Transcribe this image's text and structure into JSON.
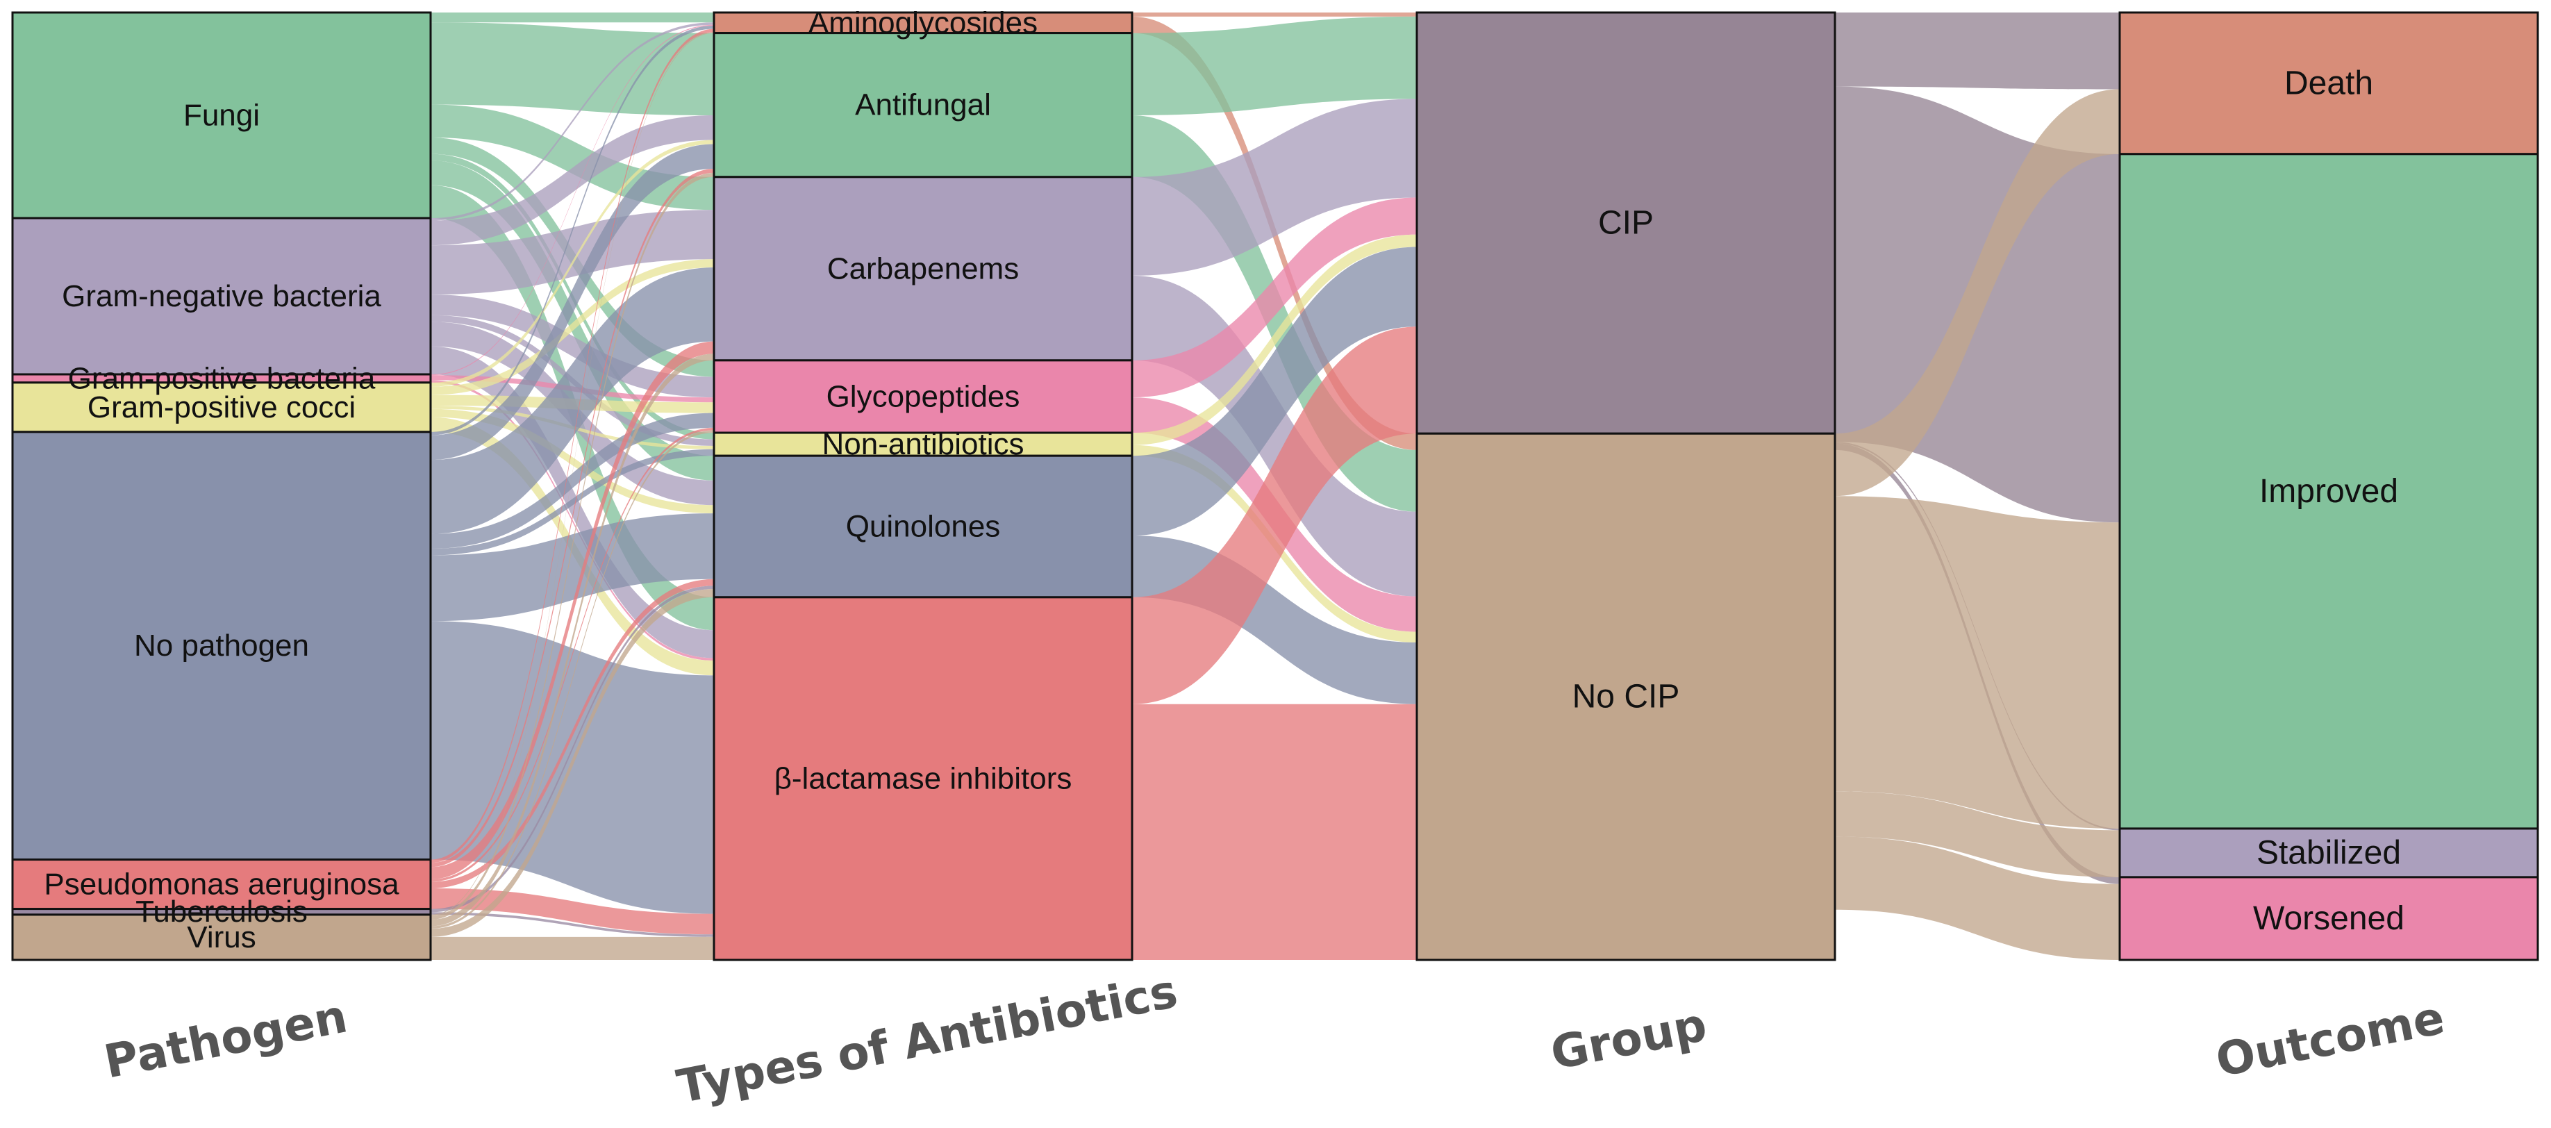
{
  "chart_data": {
    "type": "alluvial",
    "axes": [
      "Pathogen",
      "Types of Antibiotics",
      "Group",
      "Outcome"
    ],
    "palette": {
      "Fungi": "#83c29c",
      "Gram-negative bacteria": "#ab9fbd",
      "Gram-positive bacteria": "#ea86ab",
      "Gram-positive cocci": "#e8e49a",
      "No pathogen": "#8891ab",
      "Pseudomonas aeruginosa": "#e57b7d",
      "Tuberculosis": "#9a8aa3",
      "Virus": "#c1a68d",
      "Aminoglycosides": "#d78d79",
      "Antifungal": "#83c29c",
      "Carbapenems": "#ab9fbd",
      "Glycopeptides": "#ea86ab",
      "Non-antibiotics": "#e8e49a",
      "Quinolones": "#8891ab",
      "β-lactamase inhibitors": "#e57b7d",
      "CIP": "#968595",
      "No CIP": "#c1a68d",
      "Death": "#d78d79",
      "Improved": "#83c29c",
      "Stabilized": "#ab9fbd",
      "Worsened": "#ea86ab"
    },
    "nodes": [
      [
        "Fungi",
        "Gram-negative bacteria",
        "Gram-positive bacteria",
        "Gram-positive cocci",
        "No pathogen",
        "Pseudomonas aeruginosa",
        "Tuberculosis",
        "Virus"
      ],
      [
        "Aminoglycosides",
        "Antifungal",
        "Carbapenems",
        "Glycopeptides",
        "Non-antibiotics",
        "Quinolones",
        "β-lactamase inhibitors"
      ],
      [
        "CIP",
        "No CIP"
      ],
      [
        "Death",
        "Improved",
        "Stabilized",
        "Worsened"
      ]
    ],
    "pathogen_to_antibiotic": [
      [
        "Fungi",
        "Aminoglycosides",
        1.2
      ],
      [
        "Fungi",
        "Antifungal",
        10
      ],
      [
        "Fungi",
        "Carbapenems",
        4
      ],
      [
        "Fungi",
        "Glycopeptides",
        2
      ],
      [
        "Fungi",
        "Non-antibiotics",
        0.8
      ],
      [
        "Fungi",
        "Quinolones",
        3
      ],
      [
        "Fungi",
        "β-lactamase inhibitors",
        4
      ],
      [
        "Gram-negative bacteria",
        "Aminoglycosides",
        0.3
      ],
      [
        "Gram-negative bacteria",
        "Antifungal",
        3
      ],
      [
        "Gram-negative bacteria",
        "Carbapenems",
        6
      ],
      [
        "Gram-negative bacteria",
        "Glycopeptides",
        2.5
      ],
      [
        "Gram-negative bacteria",
        "Non-antibiotics",
        0.8
      ],
      [
        "Gram-negative bacteria",
        "Quinolones",
        3
      ],
      [
        "Gram-negative bacteria",
        "β-lactamase inhibitors",
        3.4
      ],
      [
        "Gram-positive bacteria",
        "Aminoglycosides",
        0.1
      ],
      [
        "Gram-positive bacteria",
        "Glycopeptides",
        0.6
      ],
      [
        "Gram-positive bacteria",
        "β-lactamase inhibitors",
        0.3
      ],
      [
        "Gram-positive cocci",
        "Antifungal",
        0.5
      ],
      [
        "Gram-positive cocci",
        "Carbapenems",
        1
      ],
      [
        "Gram-positive cocci",
        "Glycopeptides",
        1.3
      ],
      [
        "Gram-positive cocci",
        "Non-antibiotics",
        0.4
      ],
      [
        "Gram-positive cocci",
        "Quinolones",
        1
      ],
      [
        "Gram-positive cocci",
        "β-lactamase inhibitors",
        1.8
      ],
      [
        "No pathogen",
        "Aminoglycosides",
        0.4
      ],
      [
        "No pathogen",
        "Antifungal",
        3
      ],
      [
        "No pathogen",
        "Carbapenems",
        9
      ],
      [
        "No pathogen",
        "Glycopeptides",
        1.8
      ],
      [
        "No pathogen",
        "Non-antibiotics",
        0.8
      ],
      [
        "No pathogen",
        "Quinolones",
        8
      ],
      [
        "No pathogen",
        "β-lactamase inhibitors",
        29
      ],
      [
        "Pseudomonas aeruginosa",
        "Aminoglycosides",
        0.4
      ],
      [
        "Pseudomonas aeruginosa",
        "Antifungal",
        0.5
      ],
      [
        "Pseudomonas aeruginosa",
        "Carbapenems",
        1.5
      ],
      [
        "Pseudomonas aeruginosa",
        "Glycopeptides",
        0.3
      ],
      [
        "Pseudomonas aeruginosa",
        "Quinolones",
        0.8
      ],
      [
        "Pseudomonas aeruginosa",
        "β-lactamase inhibitors",
        2.5
      ],
      [
        "Tuberculosis",
        "Quinolones",
        0.4
      ],
      [
        "Tuberculosis",
        "β-lactamase inhibitors",
        0.3
      ],
      [
        "Virus",
        "Aminoglycosides",
        0.1
      ],
      [
        "Virus",
        "Antifungal",
        0.5
      ],
      [
        "Virus",
        "Carbapenems",
        0.8
      ],
      [
        "Virus",
        "Glycopeptides",
        0.3
      ],
      [
        "Virus",
        "Quinolones",
        1
      ],
      [
        "Virus",
        "β-lactamase inhibitors",
        2.8
      ]
    ],
    "antibiotic_to_group": [
      [
        "Aminoglycosides",
        "CIP",
        0.5
      ],
      [
        "Aminoglycosides",
        "No CIP",
        2.0
      ],
      [
        "Antifungal",
        "CIP",
        10
      ],
      [
        "Antifungal",
        "No CIP",
        7.5
      ],
      [
        "Carbapenems",
        "CIP",
        12
      ],
      [
        "Carbapenems",
        "No CIP",
        10.3
      ],
      [
        "Glycopeptides",
        "CIP",
        4.5
      ],
      [
        "Glycopeptides",
        "No CIP",
        4.3
      ],
      [
        "Non-antibiotics",
        "CIP",
        1.5
      ],
      [
        "Non-antibiotics",
        "No CIP",
        1.3
      ],
      [
        "Quinolones",
        "CIP",
        9.7
      ],
      [
        "Quinolones",
        "No CIP",
        7.5
      ],
      [
        "β-lactamase inhibitors",
        "CIP",
        13
      ],
      [
        "β-lactamase inhibitors",
        "No CIP",
        31.1
      ]
    ],
    "group_to_outcome": [
      [
        "CIP",
        "Death",
        9
      ],
      [
        "CIP",
        "Improved",
        43.2
      ],
      [
        "CIP",
        "Stabilized",
        0.2
      ],
      [
        "CIP",
        "Worsened",
        0.8
      ],
      [
        "No CIP",
        "Death",
        7.6
      ],
      [
        "No CIP",
        "Improved",
        35.9
      ],
      [
        "No CIP",
        "Stabilized",
        5.5
      ],
      [
        "No CIP",
        "Worsened",
        8.9
      ]
    ]
  }
}
